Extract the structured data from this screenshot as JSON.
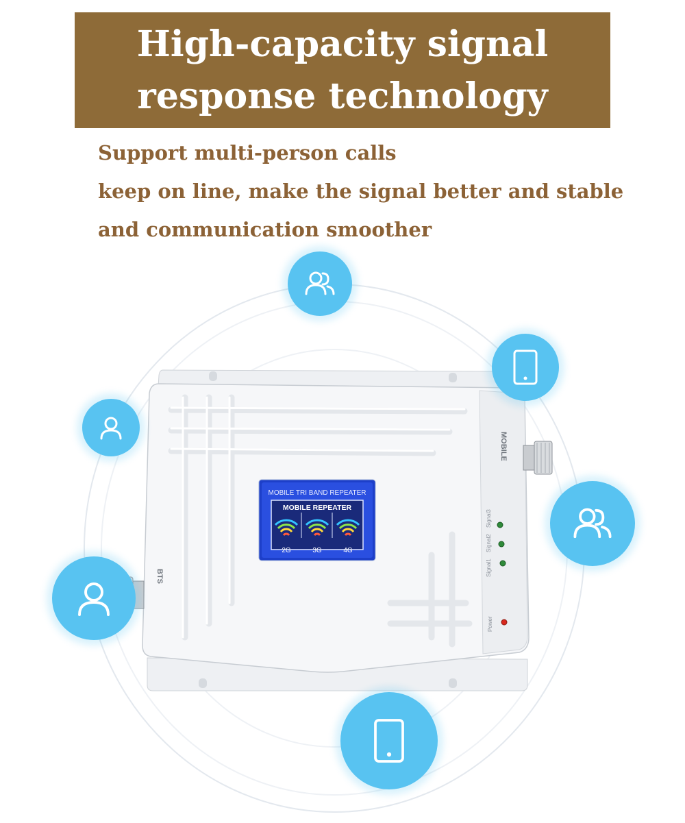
{
  "banner": {
    "line1": "High-capacity signal",
    "line2": "response technology",
    "background": "#8e6b38"
  },
  "subtext": {
    "lines": [
      "Support multi-person calls",
      "keep on line, make the signal better and stable",
      "and communication smoother"
    ],
    "color": "#8c6236"
  },
  "device": {
    "screen_title": "MOBILE TRI BAND REPEATER",
    "screen_subtitle": "MOBILE REPEATER",
    "bands": [
      "2G",
      "3G",
      "4G"
    ],
    "port_left_label": "BTS",
    "port_right_label": "MOBILE",
    "led_labels": [
      "Signal1",
      "Signal2",
      "Signal3"
    ],
    "power_label": "Power"
  },
  "icons": {
    "accent": "#58c3f1",
    "bubbles": [
      "users-icon",
      "mobile-phone-icon",
      "user-icon",
      "users-icon",
      "user-icon",
      "mobile-phone-icon"
    ]
  }
}
